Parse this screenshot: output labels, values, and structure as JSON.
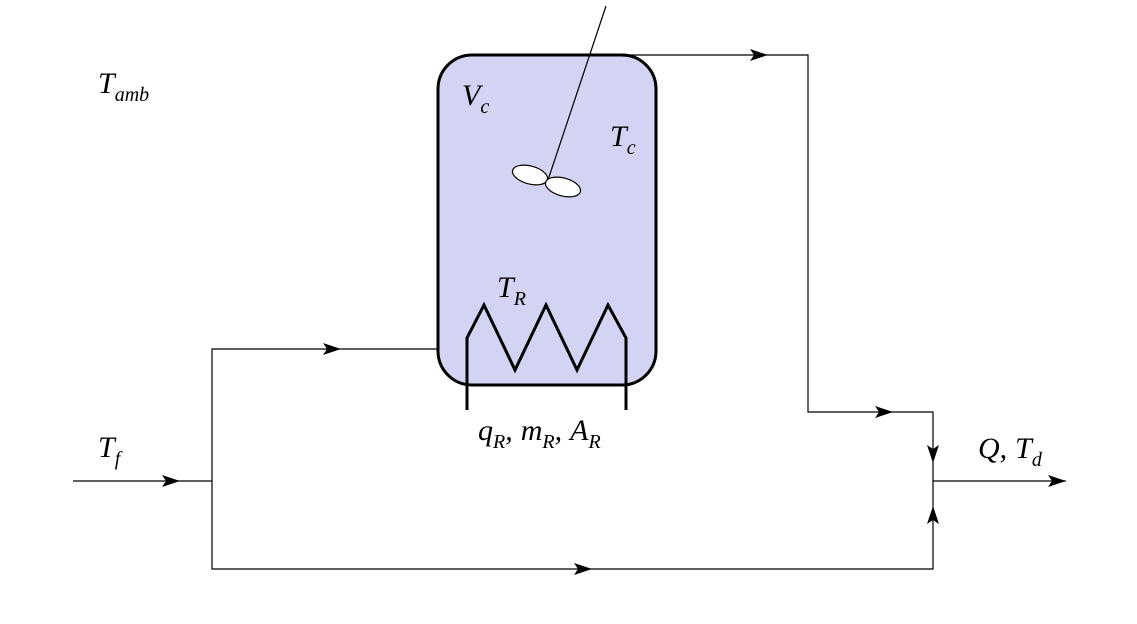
{
  "labels": {
    "ambient": {
      "base": "T",
      "sub": "amb"
    },
    "tank_volume": {
      "base": "V",
      "sub": "c"
    },
    "tank_temp": {
      "base": "T",
      "sub": "c"
    },
    "heater_temp": {
      "base": "T",
      "sub": "R"
    },
    "heater_params": [
      {
        "base": "q",
        "sub": "R",
        "sep": ","
      },
      {
        "base": "m",
        "sub": "R",
        "sep": ","
      },
      {
        "base": "A",
        "sub": "R",
        "sep": ""
      }
    ],
    "feed_temp": {
      "base": "T",
      "sub": "f"
    },
    "outlet_flow": {
      "base": "Q,",
      "sub": ""
    },
    "outlet_temp": {
      "base": "T",
      "sub": "d"
    }
  },
  "colors": {
    "tank_fill": "#d3d3f3",
    "stroke": "#000000"
  }
}
